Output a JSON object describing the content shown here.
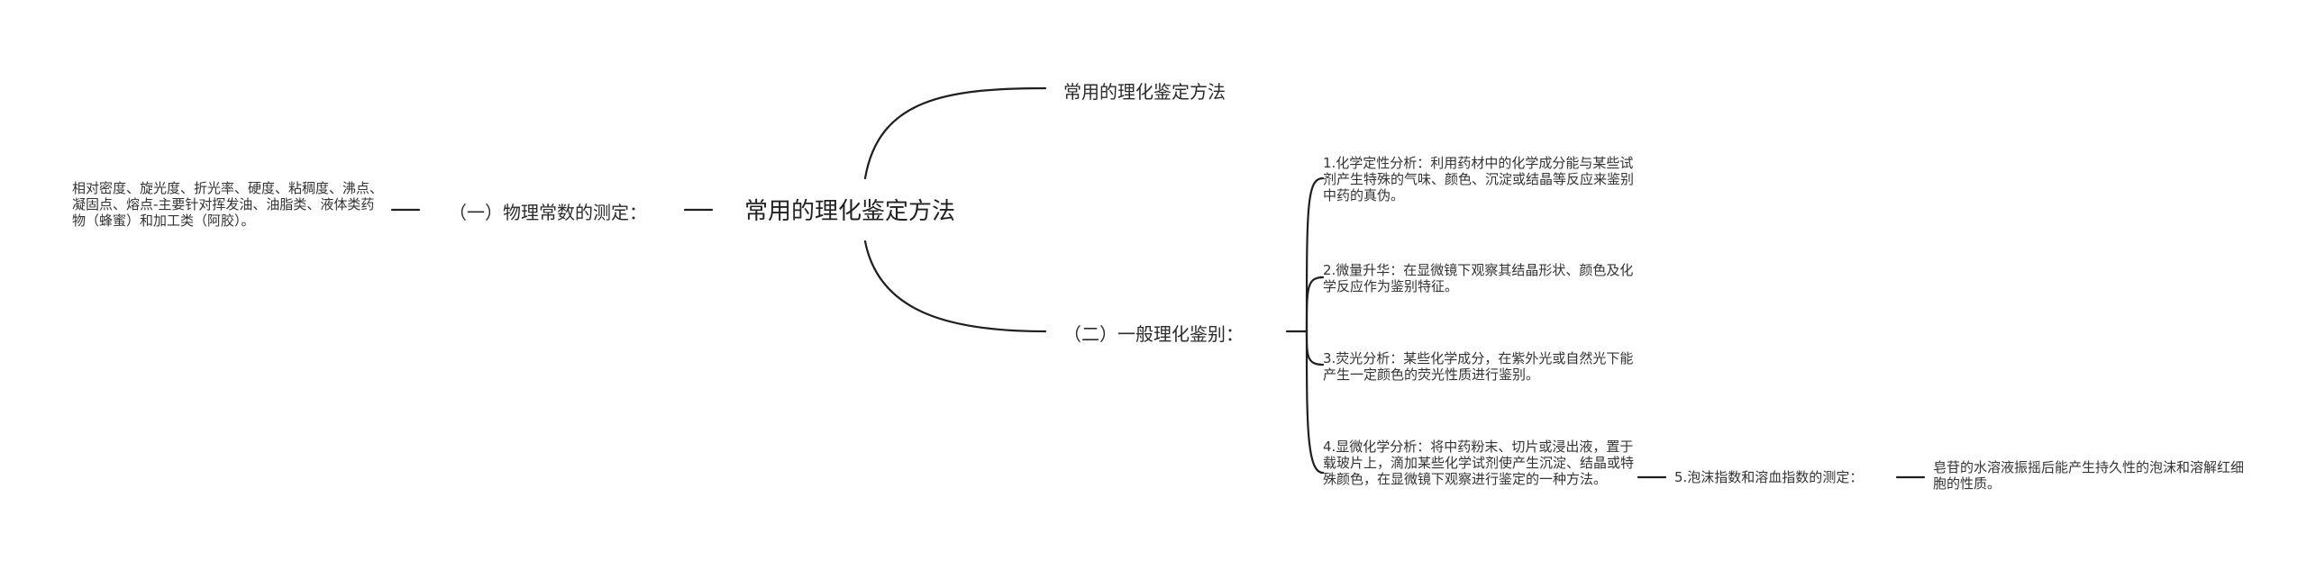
{
  "root": {
    "label": "常用的理化鉴定方法"
  },
  "top_branch": {
    "label": "常用的理化鉴定方法"
  },
  "left_branch": {
    "label": "（一）物理常数的测定：",
    "detail": "相对密度、旋光度、折光率、硬度、粘稠度、沸点、凝固点、熔点-主要针对挥发油、油脂类、液体类药物（蜂蜜）和加工类（阿胶）。"
  },
  "right_branch": {
    "label": "（二）一般理化鉴别：",
    "items": [
      {
        "text": "1.化学定性分析：利用药材中的化学成分能与某些试剂产生特殊的气味、颜色、沉淀或结晶等反应来鉴别中药的真伪。"
      },
      {
        "text": "2.微量升华：在显微镜下观察其结晶形状、颜色及化学反应作为鉴别特征。"
      },
      {
        "text": "3.荧光分析：某些化学成分，在紫外光或自然光下能产生一定颜色的荧光性质进行鉴别。"
      },
      {
        "text": "4.显微化学分析：将中药粉末、切片或浸出液，置于载玻片上，滴加某些化学试剂使产生沉淀、结晶或特殊颜色，在显微镜下观察进行鉴定的一种方法。"
      },
      {
        "text": "5.泡沫指数和溶血指数的测定：",
        "detail": "皂苷的水溶液振摇后能产生持久性的泡沫和溶解红细胞的性质。"
      }
    ]
  },
  "colors": {
    "line": "#1f1f1f",
    "text": "#2b2b2b"
  }
}
